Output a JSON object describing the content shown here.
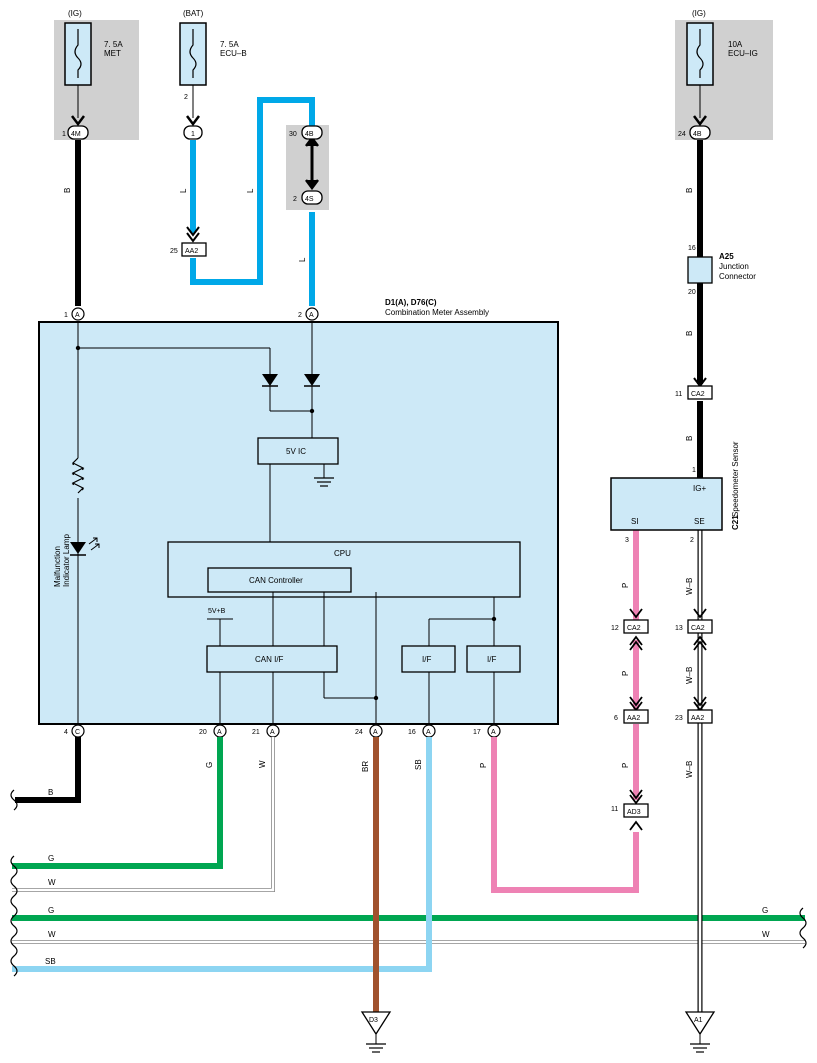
{
  "fuses": {
    "met": {
      "supply": "(IG)",
      "rating": "7. 5A",
      "name": "MET",
      "pin": "1",
      "connector": "4M"
    },
    "ecub": {
      "supply": "(BAT)",
      "rating": "7. 5A",
      "name": "ECU–B",
      "pin_top": "2",
      "pin": "1"
    },
    "ecuig": {
      "supply": "(IG)",
      "rating": "10A",
      "name": "ECU–IG",
      "pin": "24",
      "connector": "4B"
    }
  },
  "junction_4b_4s": {
    "top_pin": "30",
    "top_conn": "4B",
    "bot_pin": "2",
    "bot_conn": "4S"
  },
  "aa2_upper": {
    "pin": "25",
    "conn": "AA2"
  },
  "wire_labels": {
    "b": "B",
    "l": "L",
    "g": "G",
    "w": "W",
    "sb": "SB",
    "br": "BR",
    "p": "P",
    "wb": "W–B"
  },
  "meter": {
    "ref": "D1(A), D76(C)",
    "name": "Combination Meter Assembly",
    "pin1": "1",
    "pin1_conn": "A",
    "pin2": "2",
    "pin2_conn": "A",
    "pin4": "4",
    "pin4_conn": "C",
    "pin20": "20",
    "pin21": "21",
    "pin24": "24",
    "pin16": "16",
    "pin17": "17",
    "bottom_conn": "A",
    "ic": "5V IC",
    "cpu": "CPU",
    "can_ctrl": "CAN Controller",
    "supply": "5V+B",
    "can_if": "CAN I/F",
    "if": "I/F",
    "lamp_line1": "Malfunction",
    "lamp_line2": "Indicator Lamp"
  },
  "a25": {
    "ref": "A25",
    "name1": "Junction",
    "name2": "Connector",
    "pin_top": "16",
    "pin_bot": "20"
  },
  "ca2": {
    "conn": "CA2",
    "pin_b": "11",
    "pin_p": "12",
    "pin_wb": "13"
  },
  "aa2": {
    "conn": "AA2",
    "pin_p": "6",
    "pin_wb": "23"
  },
  "ad3": {
    "conn": "AD3",
    "pin": "11"
  },
  "sensor": {
    "ref": "C21",
    "name": "Speedometer Sensor",
    "igp": "IG+",
    "si": "SI",
    "se": "SE",
    "pin1": "1",
    "pin3": "3",
    "pin2": "2"
  },
  "grounds": {
    "d3": "D3",
    "a1": "A1"
  },
  "colors": {
    "box": "#cde9f7",
    "fusebox": "#d0d0d0",
    "blue_wire": "#00a8e8",
    "light_blue": "#8dd5f2",
    "green": "#00a651",
    "brown": "#a0522d",
    "pink": "#ee82b4",
    "black": "#000000"
  }
}
